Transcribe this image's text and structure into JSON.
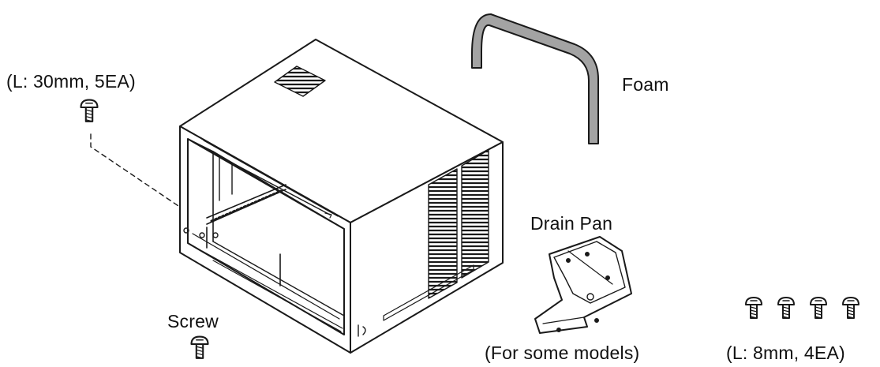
{
  "labels": {
    "top_screw_spec": "(L: 30mm, 5EA)",
    "foam": "Foam",
    "drain_pan": "Drain Pan",
    "screw": "Screw",
    "drain_pan_note": "(For some models)",
    "small_screw_spec": "(L: 8mm, 4EA)"
  },
  "icons": {
    "screw": "screw-icon",
    "cabinet": "cabinet-icon",
    "foam": "foam-strip-icon",
    "drain_pan": "drain-pan-icon"
  },
  "colors": {
    "line": "#1a1a1a",
    "foam_fill": "#a3a3a3"
  }
}
